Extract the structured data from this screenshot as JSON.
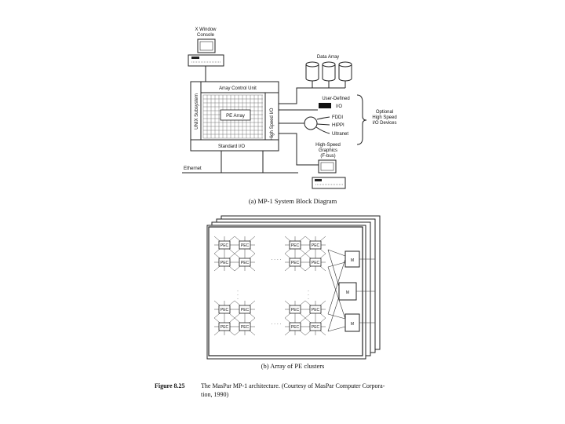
{
  "diagram_a": {
    "console_label_1": "X Window",
    "console_label_2": "Console",
    "data_array_label": "Data Array",
    "array_control_unit": "Array Control Unit",
    "unix_subsystem": "UNIX Subsystem",
    "pe_array": "PE Array",
    "high_speed_io": "High Speed I/O",
    "standard_io": "Standard I/O",
    "user_defined_1": "User-Defined",
    "user_defined_2": "I/O",
    "fddi": "FDDI",
    "hippi": "HIPPI",
    "ultranet": "Ultranet",
    "optional_1": "Optional",
    "optional_2": "High Speed",
    "optional_3": "I/O Devices",
    "graphics_1": "High-Speed",
    "graphics_2": "Graphics",
    "graphics_3": "(F-bus)",
    "ethernet": "Ethernet",
    "caption": "(a) MP-1 System Block Diagram"
  },
  "diagram_b": {
    "pec_label": "PEC",
    "dots": "· · · ·",
    "router_top": "M",
    "router_mid": "M",
    "router_bot": "M",
    "caption": "(b) Array of PE clusters"
  },
  "figure": {
    "label": "Figure 8.25",
    "text_line1": "The MasPar MP-1 architecture. (Courtesy of MasPar Computer Corpora-",
    "text_line2": "tion, 1990)"
  }
}
